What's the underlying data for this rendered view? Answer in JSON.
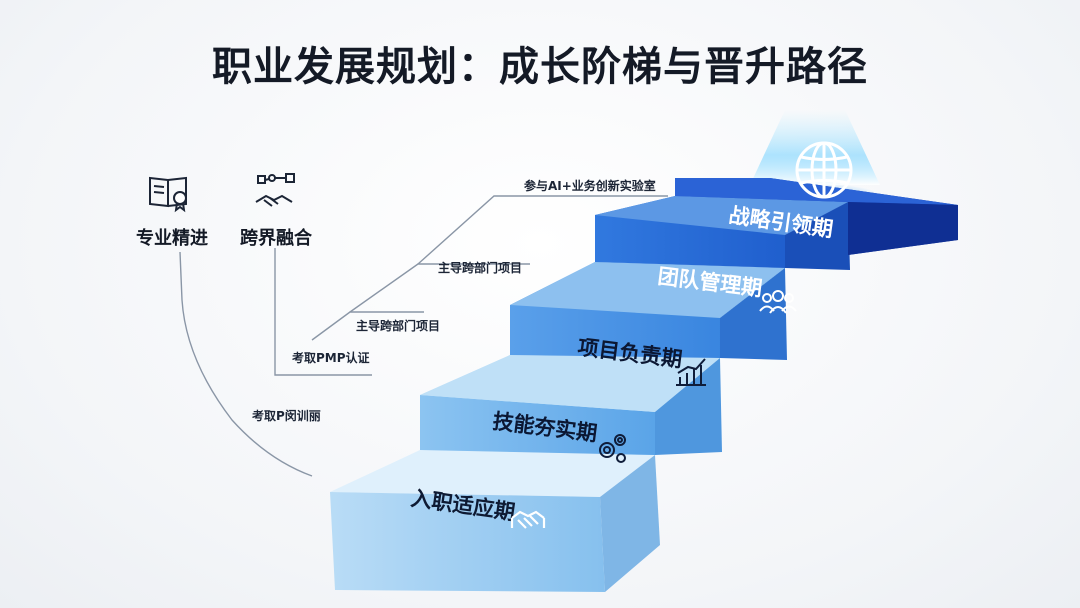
{
  "title": "职业发展规划：成长阶梯与晋升路径",
  "branches": {
    "professional": "专业精进",
    "crossdomain": "跨界融合"
  },
  "path_labels": {
    "innovation_lab": "参与AI+业务创新实验室",
    "lead_project_upper": "主导跨部门项目",
    "lead_project_lower": "主导跨部门项目",
    "pmp_cert": "考取PMP认证",
    "pmp_cert_garbled": "考取P闵训丽"
  },
  "steps": [
    {
      "label": "入职适应期",
      "icon": "handshake-icon"
    },
    {
      "label": "技能夯实期",
      "icon": "gears-icon"
    },
    {
      "label": "项目负责期",
      "icon": "growth-chart-icon"
    },
    {
      "label": "团队管理期",
      "icon": "team-icon"
    },
    {
      "label": "战略引领期",
      "icon": "globe-icon"
    }
  ],
  "colors": {
    "step1": "#9fcdef",
    "step2": "#6fb2ea",
    "step3": "#3c8ce0",
    "step4": "#2064cf",
    "step5": "#1643b3",
    "line": "#8a96a6",
    "title": "#141a26"
  }
}
